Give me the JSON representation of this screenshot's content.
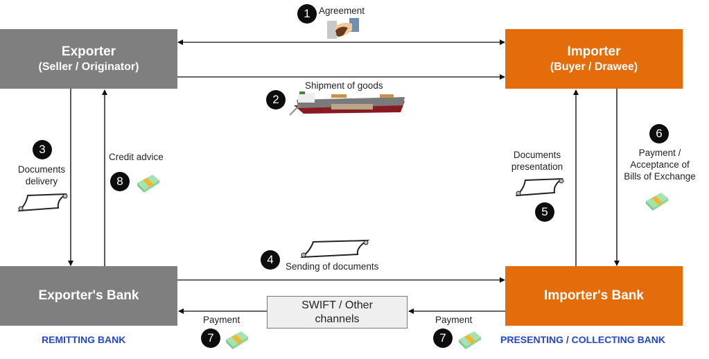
{
  "parties": {
    "exporter": {
      "title": "Exporter",
      "subtitle": "(Seller / Originator)"
    },
    "importer": {
      "title": "Importer",
      "subtitle": "(Buyer / Drawee)"
    },
    "exporter_bank": {
      "title": "Exporter's Bank",
      "role": "REMITTING BANK"
    },
    "importer_bank": {
      "title": "Importer's Bank",
      "role": "PRESENTING / COLLECTING BANK"
    }
  },
  "steps": [
    {
      "number": "1",
      "label": "Agreement",
      "icon": "handshake-icon"
    },
    {
      "number": "2",
      "label": "Shipment of goods",
      "icon": "cargo-ship-icon"
    },
    {
      "number": "3",
      "label_line1": "Documents",
      "label_line2": "delivery",
      "icon": "document-scroll-icon"
    },
    {
      "number": "4",
      "label": "Sending of documents",
      "icon": "document-scroll-icon"
    },
    {
      "number": "5",
      "label_line1": "Documents",
      "label_line2": "presentation",
      "icon": "document-scroll-icon"
    },
    {
      "number": "6",
      "label_line1": "Payment /",
      "label_line2": "Acceptance of",
      "label_line3": "Bills of Exchange",
      "icon": "money-stack-icon"
    },
    {
      "number": "7",
      "label": "Payment",
      "icon": "money-stack-icon"
    },
    {
      "number": "8",
      "label": "Credit advice",
      "icon": "money-stack-icon"
    }
  ],
  "channel": {
    "line1": "SWIFT / Other",
    "line2": "channels"
  },
  "colors": {
    "exporter": "#7f7f7f",
    "importer": "#e46c0a",
    "bank_role": "#2347c9",
    "step_badge": "#0d0d0d"
  }
}
